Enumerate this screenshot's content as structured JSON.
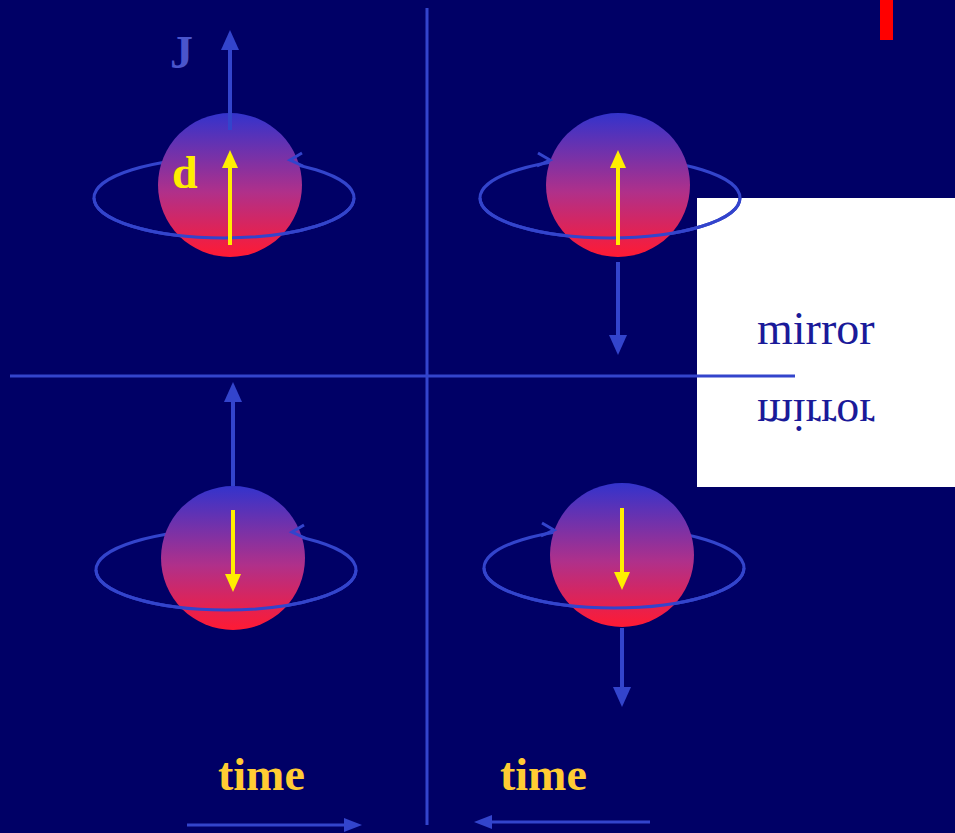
{
  "diagram": {
    "labels": [
      "J",
      "d",
      "mirror",
      "mirror",
      "time",
      "time"
    ]
  }
}
